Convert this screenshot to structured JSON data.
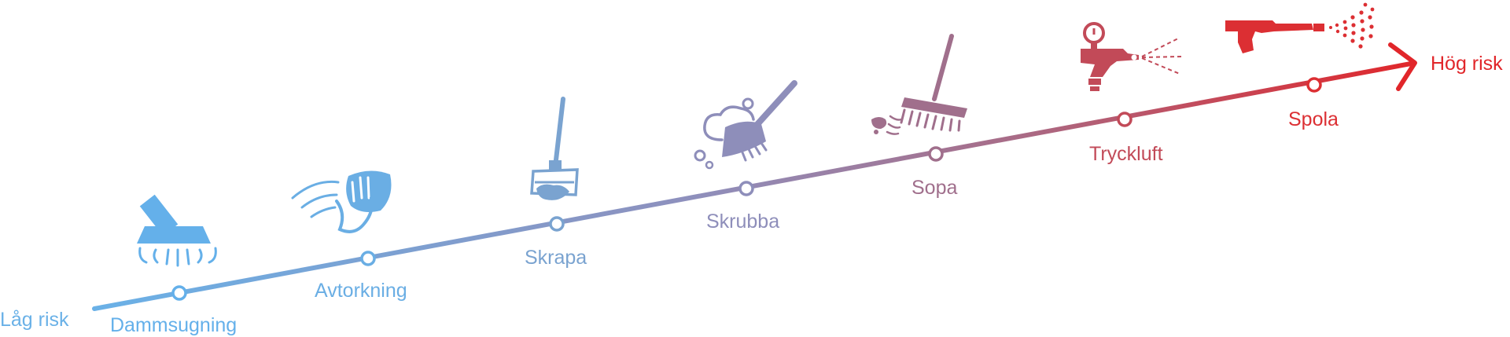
{
  "scale": {
    "low_label": "Låg risk",
    "high_label": "Hög risk",
    "low_color": "#6ab1e7",
    "high_color": "#e1262a"
  },
  "steps": [
    {
      "label": "Dammsugning",
      "icon": "vacuum-nozzle-icon",
      "color": "#64b0ea"
    },
    {
      "label": "Avtorkning",
      "icon": "wiping-hand-icon",
      "color": "#6aaee4"
    },
    {
      "label": "Skrapa",
      "icon": "floor-scraper-icon",
      "color": "#7aa3d0"
    },
    {
      "label": "Skrubba",
      "icon": "scrub-brush-icon",
      "color": "#8e8eba"
    },
    {
      "label": "Sopa",
      "icon": "push-broom-icon",
      "color": "#a06f8c"
    },
    {
      "label": "Tryckluft",
      "icon": "air-blow-gun-icon",
      "color": "#c24a58"
    },
    {
      "label": "Spola",
      "icon": "pressure-washer-icon",
      "color": "#dc2f33"
    }
  ]
}
